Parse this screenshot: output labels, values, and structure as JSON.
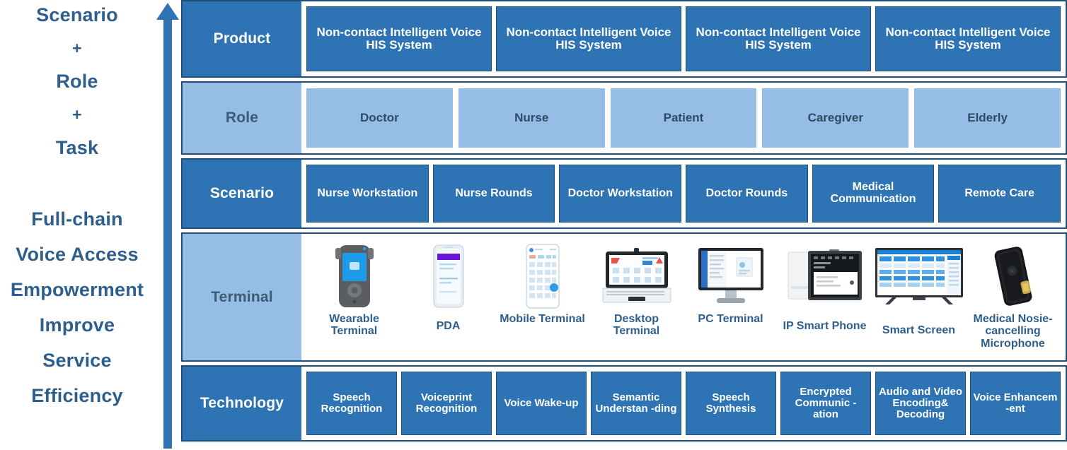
{
  "left_caption": {
    "top_lines": [
      "Scenario",
      "+",
      "Role",
      "+",
      "Task"
    ],
    "bottom_lines": [
      "Full-chain",
      "Voice Access",
      "Empowerment",
      "Improve",
      "Service",
      "Efficiency"
    ]
  },
  "arrow": {
    "name": "upward-arrow",
    "color": "#2E74B5",
    "direction": "up"
  },
  "colors": {
    "dark_blue": "#2E74B5",
    "light_blue": "#95BDE5",
    "outline_navy": "#1F4E79",
    "caption_text": "#2E5E8C",
    "white": "#FFFFFF"
  },
  "rows": [
    {
      "label": "Product",
      "style": "dark",
      "cells": [
        "Non-contact Intelligent Voice HIS System",
        "Non-contact Intelligent Voice HIS System",
        "Non-contact Intelligent Voice HIS System",
        "Non-contact Intelligent Voice HIS System"
      ]
    },
    {
      "label": "Role",
      "style": "light",
      "cells": [
        "Doctor",
        "Nurse",
        "Patient",
        "Caregiver",
        "Elderly"
      ]
    },
    {
      "label": "Scenario",
      "style": "dark",
      "cells": [
        "Nurse Workstation",
        "Nurse Rounds",
        "Doctor Workstation",
        "Doctor Rounds",
        "Medical Communication",
        "Remote Care"
      ]
    },
    {
      "label": "Terminal",
      "style": "light",
      "items": [
        {
          "label": "Wearable Terminal",
          "icon": "wearable-terminal-device"
        },
        {
          "label": "PDA",
          "icon": "pda-device"
        },
        {
          "label": "Mobile Terminal",
          "icon": "mobile-phone-device"
        },
        {
          "label": "Desktop Terminal",
          "icon": "desktop-tablet-device"
        },
        {
          "label": "PC Terminal",
          "icon": "pc-monitor-device"
        },
        {
          "label": "IP Smart Phone",
          "icon": "ip-smart-phone-device"
        },
        {
          "label": "Smart Screen",
          "icon": "smart-screen-tv-device"
        },
        {
          "label": "Medical Nosie-cancelling Microphone",
          "icon": "noise-cancelling-microphone-device"
        }
      ]
    },
    {
      "label": "Technology",
      "style": "dark",
      "cells": [
        "Speech Recognition",
        "Voiceprint Recognition",
        "Voice Wake-up",
        "Semantic Understan -ding",
        "Speech Synthesis",
        "Encrypted Communic -ation",
        "Audio and Video Encoding& Decoding",
        "Voice Enhancem -ent"
      ]
    }
  ]
}
